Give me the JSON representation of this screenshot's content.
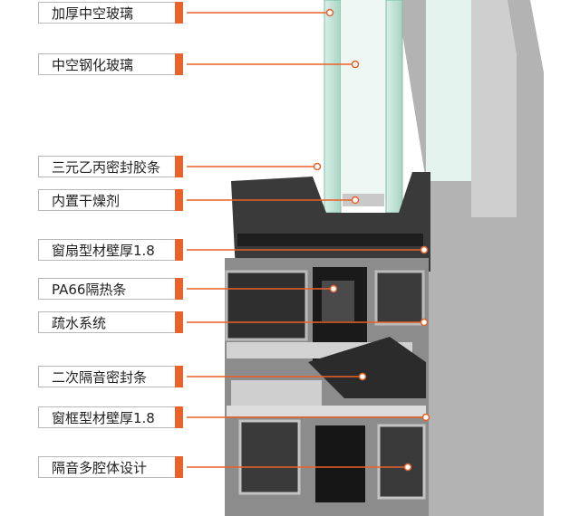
{
  "accent_color": "#e8622a",
  "callouts": [
    {
      "id": "c1",
      "label": "加厚中空玻璃"
    },
    {
      "id": "c2",
      "label": "中空钢化玻璃"
    },
    {
      "id": "c3",
      "label": "三元乙丙密封胶条"
    },
    {
      "id": "c4",
      "label": "内置干燥剂"
    },
    {
      "id": "c5",
      "label": "窗扇型材壁厚1.8"
    },
    {
      "id": "c6",
      "label": "PA66隔热条"
    },
    {
      "id": "c7",
      "label": "疏水系统"
    },
    {
      "id": "c8",
      "label": "二次隔音密封条"
    },
    {
      "id": "c9",
      "label": "窗框型材壁厚1.8"
    },
    {
      "id": "c10",
      "label": "隔音多腔体设计"
    }
  ]
}
